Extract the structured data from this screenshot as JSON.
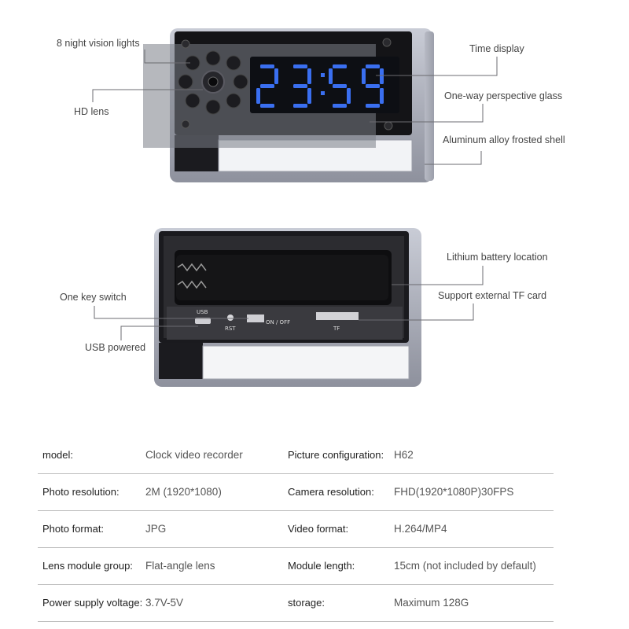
{
  "clock_display": {
    "digits": [
      "2",
      "3",
      "5",
      "9"
    ]
  },
  "top_callouts": {
    "night_vision": "8 night vision lights",
    "hd_lens": "HD lens",
    "time_display": "Time display",
    "glass": "One-way perspective glass",
    "shell": "Aluminum alloy frosted shell"
  },
  "bottom_callouts": {
    "battery": "Lithium battery location",
    "tf_card": "Support external TF card",
    "switch": "One key switch",
    "usb": "USB powered"
  },
  "board_labels": {
    "usb": "USB",
    "rst": "RST",
    "on_off": "ON / OFF",
    "tf": "TF"
  },
  "specs": [
    {
      "label1": "model:",
      "value1": "Clock video recorder",
      "label2": "Picture configuration:",
      "value2": "H62"
    },
    {
      "label1": "Photo resolution:",
      "value1": "2M (1920*1080)",
      "label2": "Camera resolution:",
      "value2": "FHD(1920*1080P)30FPS"
    },
    {
      "label1": "Photo format:",
      "value1": "JPG",
      "label2": "Video format:",
      "value2": "H.264/MP4"
    },
    {
      "label1": "Lens module group:",
      "value1": "Flat-angle lens",
      "label2": "Module length:",
      "value2": "15cm (not included by default)"
    },
    {
      "label1": "Power supply voltage:",
      "value1": "3.7V-5V",
      "label2": "storage:",
      "value2": "Maximum 128G"
    }
  ],
  "colors": {
    "led_blue": "#3a6ff0",
    "shell": "#a9acb8",
    "glass": "#1a1a1d"
  }
}
